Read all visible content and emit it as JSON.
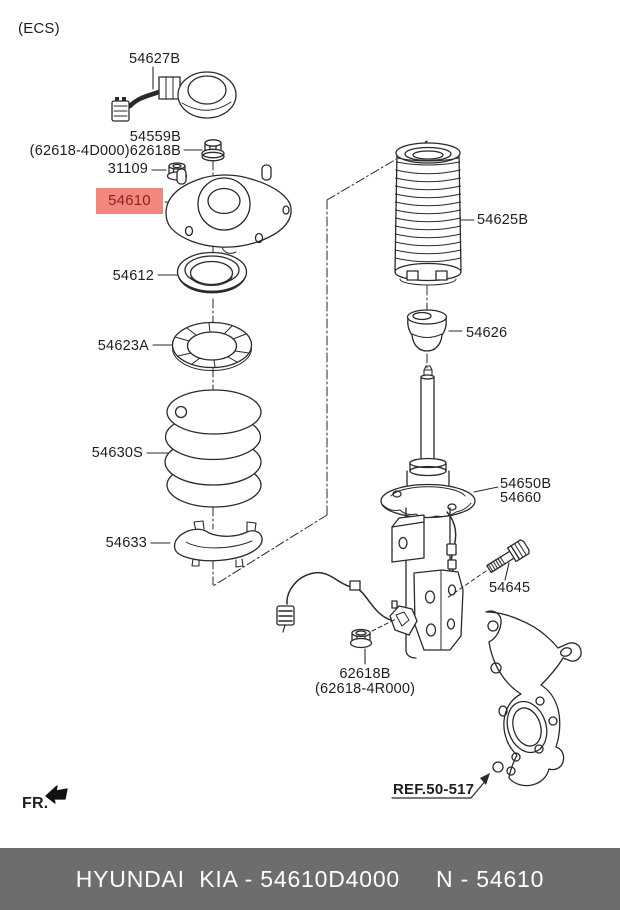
{
  "note": "(ECS)",
  "colors": {
    "line": "#2a2a2a",
    "highlight_bg": "#F4877D",
    "highlight_text": "#8E1F1F",
    "footer_bg": "#6D6D6D",
    "footer_text": "#FFFFFF"
  },
  "parts": {
    "sensor": "54627B",
    "nut_top_line1": "54559B",
    "nut_top_line2": "(62618-4D000)62618B",
    "washer_nut": "31109",
    "insulator": "54610",
    "bearing": "54612",
    "spring_seat_upper": "54623A",
    "coil_spring": "54630S",
    "spring_pad_lower": "54633",
    "dust_cover": "54625B",
    "urethane_bumper": "54626",
    "strut_line1": "54650B",
    "strut_line2": "54660",
    "bolt": "54645",
    "nut_lower_line1": "62618B",
    "nut_lower_line2": "(62618-4R000)",
    "reference": "REF.50-517",
    "front_marker": "FR."
  },
  "footer": {
    "left": "HYUNDAI  KIA - 54610D4000",
    "right": "N - 54610"
  }
}
